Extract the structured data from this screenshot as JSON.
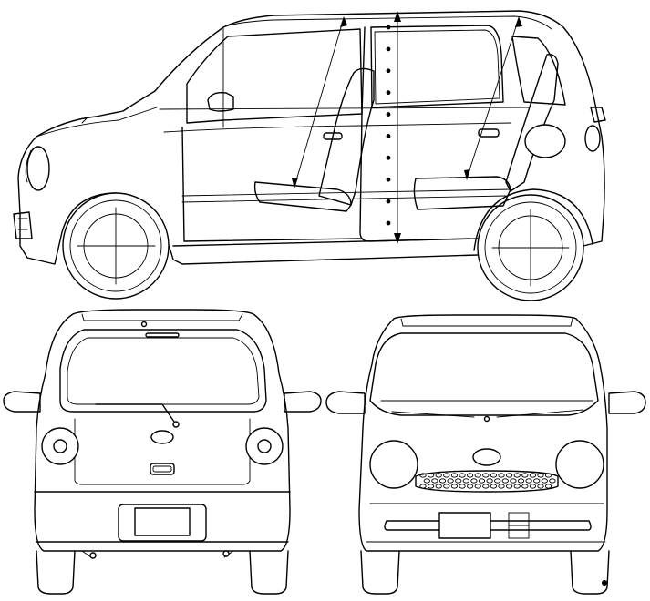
{
  "drawing": {
    "subject": "",
    "views": [
      {
        "id": "side",
        "name": ""
      },
      {
        "id": "rear",
        "name": ""
      },
      {
        "id": "front",
        "name": ""
      }
    ],
    "annotation_color": "#000000",
    "line_color": "#000000",
    "background": "#ffffff",
    "dimension_markers": {
      "front_seat_arrow": true,
      "rear_seat_arrow": true,
      "interior_height_arrow": true,
      "height_dot_count": 10
    }
  }
}
